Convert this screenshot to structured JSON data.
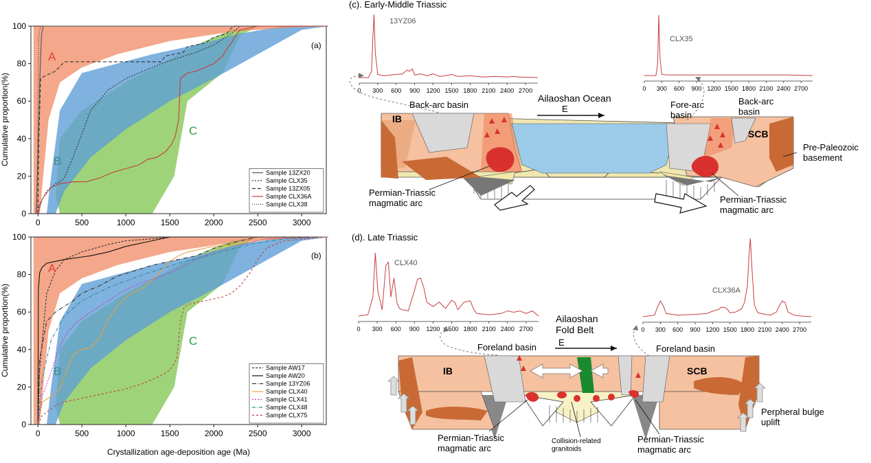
{
  "colors": {
    "fieldA": "#f08a63",
    "fieldB": "#5f9fd6",
    "fieldC": "#9ed37a",
    "labelA": "#e8413a",
    "labelB": "#3c8f86",
    "labelC": "#2e9a47",
    "red": "#c83c3c",
    "crust": "#f5c1a0",
    "crustDark": "#c96a35",
    "ocean": "#9ccbea",
    "basin": "#d9d9d9",
    "suture": "#1a8a2e",
    "granitoid": "#f7f2c6"
  },
  "chart_data": [
    {
      "panel": "(a)",
      "type": "line",
      "xlabel": "",
      "ylabel": "Cumulative proportion(%)",
      "xlim": [
        -80,
        3280
      ],
      "ylim": [
        0,
        100
      ],
      "xticks": [
        0,
        500,
        1000,
        1500,
        2000,
        2500,
        3000
      ],
      "yticks": [
        0,
        20,
        40,
        60,
        80,
        100
      ],
      "field_labels": [
        "A",
        "B",
        "C"
      ],
      "legend_position": "bottom-right",
      "series": [
        {
          "name": "Sample 13ZX20",
          "color": "#555555",
          "dash": "",
          "x": [
            -20,
            0,
            20,
            40,
            60,
            300,
            3300
          ],
          "y": [
            0,
            30,
            70,
            95,
            100,
            100,
            100
          ]
        },
        {
          "name": "Sample CLX35",
          "color": "#333333",
          "dash": "2,2",
          "x": [
            0,
            20,
            100,
            200,
            250,
            300,
            400,
            600,
            800,
            1000,
            1200,
            1400,
            1600,
            1800,
            2000,
            2200,
            2300,
            3300
          ],
          "y": [
            0,
            5,
            12,
            16,
            17,
            19,
            30,
            55,
            66,
            72,
            76,
            80,
            83,
            86,
            90,
            96,
            100,
            100
          ]
        },
        {
          "name": "Sample 13ZX05",
          "color": "#333333",
          "dash": "5,3",
          "x": [
            0,
            10,
            30,
            60,
            200,
            300,
            1400,
            1450,
            1650,
            1700,
            1900,
            2000,
            2150,
            2200,
            2250,
            3300
          ],
          "y": [
            0,
            40,
            72,
            73,
            76,
            81,
            81,
            84,
            86,
            89,
            91,
            94,
            96,
            99,
            100,
            100
          ]
        },
        {
          "name": "Sample CLX36A",
          "color": "#c83c3c",
          "dash": "",
          "x": [
            0,
            50,
            150,
            250,
            400,
            550,
            700,
            850,
            1000,
            1150,
            1250,
            1350,
            1450,
            1520,
            1560,
            1600,
            1620,
            1700,
            1800,
            1900,
            2000,
            2100,
            2150,
            2200,
            2250,
            2300,
            2500,
            3300
          ],
          "y": [
            0,
            8,
            14,
            16,
            17,
            17,
            19,
            22,
            24,
            26,
            29,
            30,
            33,
            37,
            41,
            50,
            72,
            75,
            76,
            78,
            80,
            84,
            88,
            91,
            95,
            98,
            100,
            100
          ]
        },
        {
          "name": "Sample CLX38",
          "color": "#333333",
          "dash": "1,2",
          "x": [
            -10,
            0,
            10,
            30,
            3300
          ],
          "y": [
            0,
            60,
            95,
            100,
            100
          ]
        }
      ]
    },
    {
      "panel": "(b)",
      "type": "line",
      "xlabel": "Crystallization age-deposition age (Ma)",
      "ylabel": "Cumulative proportion(%)",
      "xlim": [
        -80,
        3280
      ],
      "ylim": [
        0,
        100
      ],
      "xticks": [
        0,
        500,
        1000,
        1500,
        2000,
        2500,
        3000
      ],
      "yticks": [
        0,
        20,
        40,
        60,
        80,
        100
      ],
      "field_labels": [
        "A",
        "B",
        "C"
      ],
      "legend_position": "bottom-right",
      "series": [
        {
          "name": "Sample AW17",
          "color": "#333333",
          "dash": "3,2",
          "x": [
            0,
            20,
            100,
            200,
            300,
            500,
            800,
            1000,
            1300,
            1500,
            2000,
            3300
          ],
          "y": [
            0,
            30,
            70,
            82,
            88,
            92,
            96,
            98,
            99,
            100,
            100,
            100
          ]
        },
        {
          "name": "Sample AW20",
          "color": "#111111",
          "dash": "",
          "x": [
            0,
            5,
            20,
            50,
            100,
            300,
            600,
            800,
            1000,
            1300,
            1500,
            3300
          ],
          "y": [
            0,
            72,
            81,
            84,
            86,
            88,
            90,
            92,
            95,
            98,
            100,
            100
          ]
        },
        {
          "name": "Sample 13YZ06",
          "color": "#333333",
          "dash": "6,2,1,2",
          "x": [
            0,
            20,
            100,
            200,
            300,
            400,
            500,
            700,
            900,
            1100,
            1300,
            1500,
            1800,
            2000,
            2300,
            2500,
            3300
          ],
          "y": [
            0,
            35,
            55,
            60,
            63,
            66,
            70,
            74,
            79,
            82,
            85,
            87,
            90,
            94,
            98,
            100,
            100
          ]
        },
        {
          "name": "Sample CLX40",
          "color": "#e8a23a",
          "dash": "",
          "x": [
            0,
            50,
            150,
            250,
            320,
            400,
            500,
            600,
            700,
            800,
            900,
            1000,
            1100,
            1200,
            1300,
            1400,
            1500,
            1600,
            1700,
            1800,
            2000,
            2200,
            2400,
            2600,
            3300
          ],
          "y": [
            0,
            12,
            15,
            19,
            28,
            37,
            40,
            41,
            46,
            56,
            63,
            68,
            71,
            73,
            77,
            82,
            87,
            90,
            92,
            93,
            95,
            96,
            97,
            99,
            100
          ]
        },
        {
          "name": "Sample CLX41",
          "color": "#c03cc0",
          "dash": "2,2",
          "x": [
            0,
            50,
            150,
            250,
            350,
            450,
            600,
            800,
            1000,
            1200,
            1400,
            1600,
            1800,
            2000,
            2200,
            2400,
            2600,
            3300
          ],
          "y": [
            0,
            15,
            28,
            42,
            50,
            55,
            60,
            66,
            72,
            76,
            79,
            83,
            88,
            92,
            95,
            97,
            99,
            100
          ]
        },
        {
          "name": "Sample CLX48",
          "color": "#2e8aa0",
          "dash": "5,2,1,2",
          "x": [
            0,
            50,
            150,
            300,
            500,
            800,
            1200,
            1600,
            2000,
            2400,
            2800,
            3300
          ],
          "y": [
            0,
            25,
            45,
            58,
            66,
            73,
            80,
            86,
            91,
            96,
            99,
            100
          ]
        },
        {
          "name": "Sample CLX75",
          "color": "#c83c3c",
          "dash": "3,3",
          "x": [
            0,
            50,
            200,
            300,
            500,
            800,
            1000,
            1200,
            1400,
            1500,
            1580,
            1620,
            1660,
            1700,
            1800,
            1900,
            2000,
            2100,
            2200,
            2300,
            2400,
            2500,
            2600,
            2800,
            3300
          ],
          "y": [
            0,
            5,
            10,
            12,
            14,
            17,
            19,
            22,
            26,
            29,
            35,
            55,
            62,
            64,
            65,
            66,
            67,
            68,
            70,
            74,
            80,
            88,
            94,
            98,
            100
          ]
        }
      ]
    },
    {
      "panel": "13YZ06",
      "type": "line",
      "xticks": [
        0,
        300,
        600,
        900,
        1200,
        1500,
        1800,
        2100,
        2400,
        2700
      ],
      "x": [
        0,
        150,
        200,
        220,
        240,
        260,
        300,
        400,
        500,
        600,
        700,
        780,
        820,
        860,
        900,
        1000,
        1100,
        1200,
        1300,
        1400,
        1500,
        1600,
        1800,
        2000,
        2200,
        2400,
        2500,
        2600,
        2900
      ],
      "y": [
        0,
        0,
        10,
        60,
        100,
        40,
        5,
        3,
        4,
        5,
        6,
        12,
        10,
        14,
        4,
        6,
        3,
        6,
        2,
        3,
        5,
        2,
        3,
        1,
        2,
        1,
        2,
        1,
        0
      ]
    },
    {
      "panel": "CLX35",
      "type": "line",
      "xticks": [
        0,
        300,
        600,
        900,
        1200,
        1500,
        1800,
        2100,
        2400,
        2700
      ],
      "x": [
        0,
        200,
        230,
        250,
        270,
        300,
        400,
        800,
        1200,
        1600,
        2000,
        2400,
        2900
      ],
      "y": [
        0,
        0,
        20,
        100,
        30,
        2,
        1,
        1,
        1,
        1,
        1,
        1,
        0
      ]
    },
    {
      "panel": "CLX40",
      "type": "line",
      "xticks": [
        0,
        300,
        600,
        900,
        1200,
        1500,
        1800,
        2100,
        2400,
        2700
      ],
      "x": [
        0,
        150,
        230,
        270,
        310,
        380,
        440,
        480,
        520,
        570,
        620,
        660,
        700,
        800,
        900,
        950,
        1000,
        1050,
        1100,
        1200,
        1300,
        1400,
        1500,
        1550,
        1600,
        1700,
        1800,
        1850,
        1900,
        2000,
        2100,
        2300,
        2400,
        2500,
        2600,
        2700,
        2800,
        2900
      ],
      "y": [
        0,
        2,
        30,
        100,
        40,
        10,
        80,
        85,
        30,
        60,
        20,
        12,
        10,
        8,
        40,
        58,
        60,
        45,
        22,
        15,
        22,
        12,
        25,
        22,
        10,
        22,
        24,
        12,
        4,
        3,
        2,
        4,
        8,
        6,
        8,
        4,
        8,
        0
      ]
    },
    {
      "panel": "CLX36A",
      "type": "line",
      "xticks": [
        0,
        300,
        600,
        900,
        1200,
        1500,
        1800,
        2100,
        2400,
        2700
      ],
      "x": [
        0,
        200,
        250,
        300,
        350,
        400,
        600,
        900,
        1100,
        1200,
        1300,
        1350,
        1400,
        1450,
        1500,
        1600,
        1700,
        1750,
        1800,
        1830,
        1850,
        1880,
        1920,
        1980,
        2100,
        2200,
        2300,
        2350,
        2400,
        2450,
        2500,
        2600,
        2700,
        2900
      ],
      "y": [
        0,
        2,
        12,
        20,
        14,
        4,
        2,
        3,
        4,
        7,
        9,
        12,
        12,
        10,
        5,
        6,
        10,
        18,
        40,
        80,
        100,
        60,
        15,
        5,
        3,
        2,
        6,
        14,
        20,
        18,
        6,
        2,
        1,
        0
      ]
    }
  ],
  "sectionC": {
    "title": "(c). Early-Middle Triassic",
    "ocean": "Ailaoshan    Ocean",
    "direction": "E",
    "backArcLeft": "Back-arc basin",
    "foreArc": "Fore-arc\nbasin",
    "backArcRight": "Back-arc\nbasin",
    "ib": "IB",
    "scb": "SCB",
    "prePaleozoic": "Pre-Paleozoic\nbasement",
    "arcLeft": "Permian-Triassic\nmagmatic arc",
    "arcRight": "Permian-Triassic\nmagmatic arc",
    "sampleLeft": "13YZ06",
    "sampleRight": "CLX35"
  },
  "sectionD": {
    "title": "(d). Late Triassic",
    "foldBelt": "Ailaoshan\nFold Belt",
    "direction": "E",
    "forelandLeft": "Foreland basin",
    "forelandRight": "Foreland basin",
    "ib": "IB",
    "scb": "SCB",
    "arcLeft": "Permian-Triassic\nmagmatic arc",
    "arcRight": "Permian-Triassic\nmagmatic arc",
    "granitoids": "Collision-related\ngranitoids",
    "bulge": "Perpheral bulge\nuplift",
    "sampleLeft": "CLX40",
    "sampleRight": "CLX36A"
  }
}
